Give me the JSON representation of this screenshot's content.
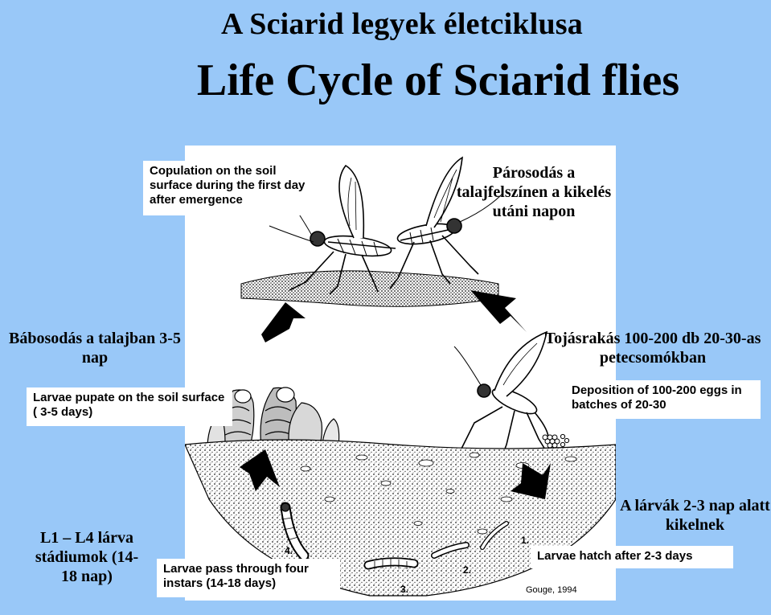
{
  "title_hu": "A Sciarid legyek életciklusa",
  "title_en": "Life Cycle of Sciarid flies",
  "labels_en": {
    "copulation": "Copulation on the soil surface during the first day after emergence",
    "deposition": "Deposition of 100-200 eggs in batches of 20-30",
    "pupate": "Larvae pupate on the soil surface ( 3-5 days)",
    "hatch": "Larvae hatch after 2-3 days",
    "instars": "Larvae pass through four instars (14-18 days)"
  },
  "labels_hu": {
    "parosodas": "Párosodás a talajfelszínen a kikelés utáni napon",
    "tojasrakas": "Tojásrakás 100-200 db 20-30-as petecsomókban",
    "babosodas": "Bábosodás a talajban 3-5 nap",
    "larvak_kikelnek": "A lárvák 2-3 nap alatt kikelnek",
    "stadiumok": "L1 – L4 lárva stádiumok (14-18 nap)"
  },
  "stage_numbers": [
    "1.",
    "2.",
    "3.",
    "4."
  ],
  "credit": "Gouge, 1994",
  "colors": {
    "background": "#99c8f8",
    "panel": "#ffffff",
    "text": "#000000"
  }
}
